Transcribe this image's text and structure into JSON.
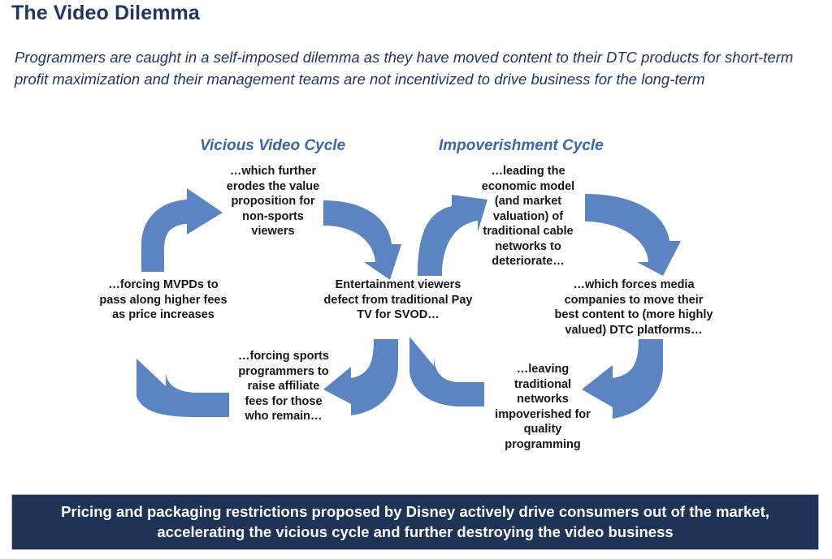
{
  "slide": {
    "title": "The Video Dilemma",
    "subtitle": "Programmers are caught in a self-imposed dilemma as they have moved content to their DTC products for short-term profit maximization and their management teams are not incentivized to drive business for the long-term"
  },
  "colors": {
    "title_navy": "#21365F",
    "heading_blue": "#3A67A8",
    "arrow_blue": "#5B84C0",
    "banner_bg": "#1F3356",
    "banner_text": "#FFFFFF",
    "body_text": "#161616",
    "page_bg": "#FFFFFF"
  },
  "diagram": {
    "headings": {
      "left": "Vicious Video Cycle",
      "right": "Impoverishment Cycle"
    },
    "nodes": {
      "top_left": "…which further erodes the value proposition for non-sports viewers",
      "top_right": "…leading the economic model (and market valuation) of traditional cable networks to deteriorate…",
      "mid_left": "…forcing MVPDs to pass along higher fees as price increases",
      "mid_center": "Entertainment viewers defect from traditional Pay TV for SVOD…",
      "mid_right": "…which forces media companies to move their best content to (more highly valued) DTC platforms…",
      "bottom_left": "…forcing sports programmers to raise affiliate fees for those who remain…",
      "bottom_right": "…leaving traditional networks impoverished for quality programming"
    },
    "arrows": [
      {
        "name": "arrow-up-right-left-cycle",
        "direction": "curved-up-right"
      },
      {
        "name": "arrow-down-right-left-cycle",
        "direction": "curved-down-right"
      },
      {
        "name": "arrow-up-right-right-cycle",
        "direction": "curved-up-right"
      },
      {
        "name": "arrow-down-right-outer-right",
        "direction": "curved-down-right"
      },
      {
        "name": "arrow-down-left-center-left",
        "direction": "curved-down-left"
      },
      {
        "name": "arrow-up-left-center-right",
        "direction": "curved-up-left"
      },
      {
        "name": "arrow-up-left-outer-left",
        "direction": "curved-up-left"
      },
      {
        "name": "arrow-down-left-outer-right",
        "direction": "curved-down-left"
      }
    ]
  },
  "footer": {
    "line1": "Pricing and packaging restrictions proposed by Disney actively drive consumers out of the market,",
    "line2": "accelerating the vicious cycle and further destroying the video business"
  }
}
